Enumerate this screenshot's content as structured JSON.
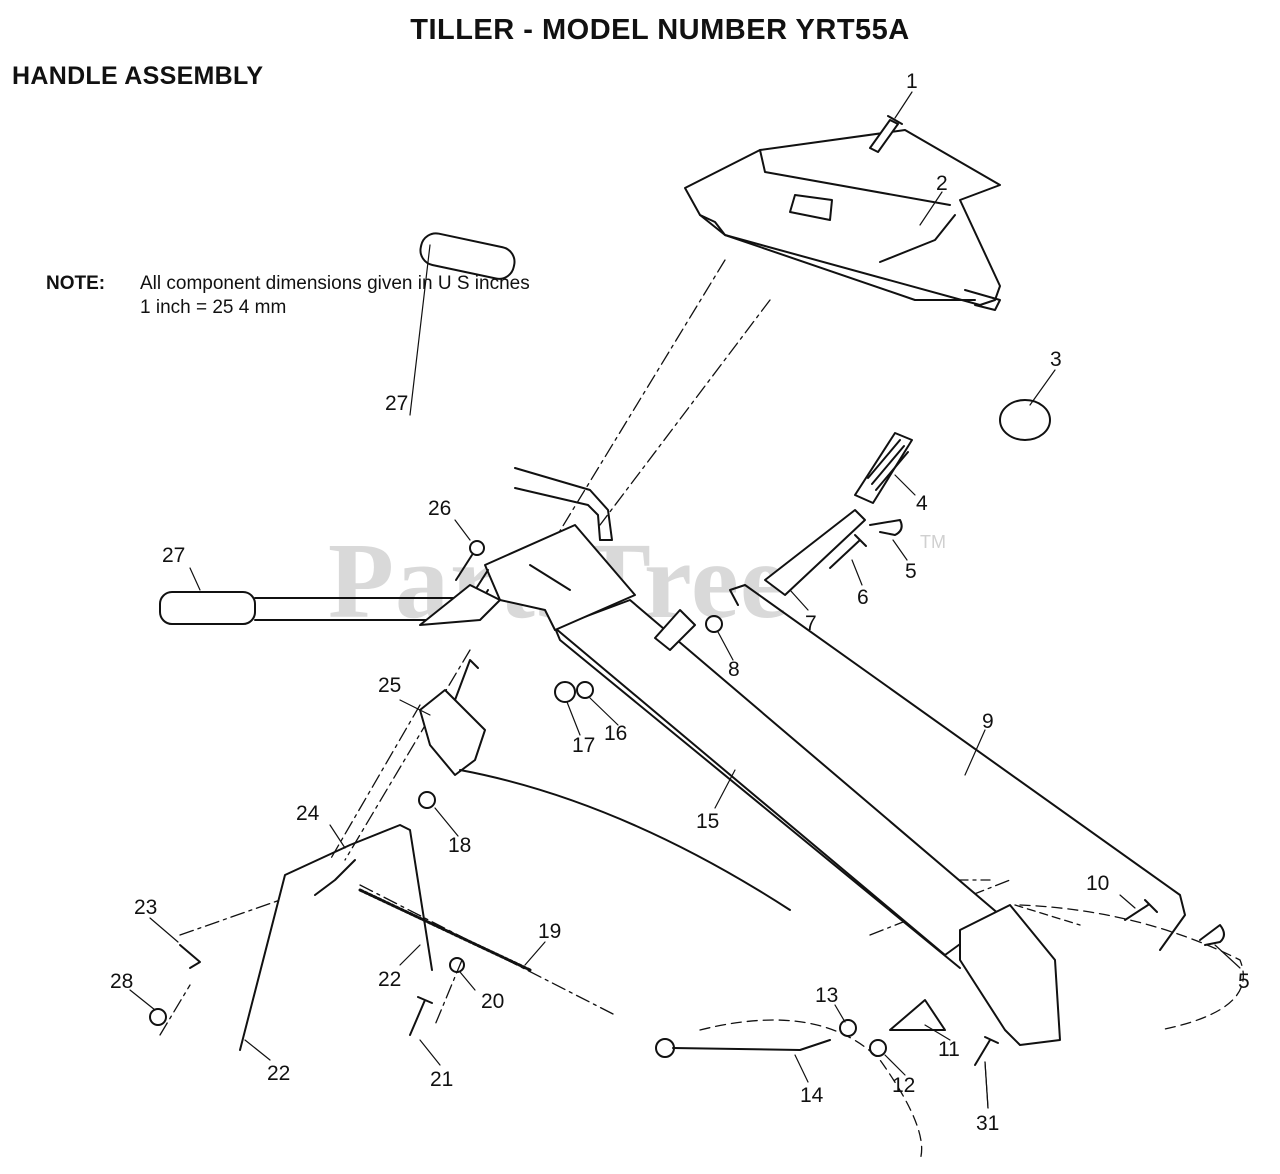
{
  "title": "TILLER - MODEL NUMBER YRT55A",
  "subtitle": "HANDLE ASSEMBLY",
  "note": {
    "label": "NOTE:",
    "line1": "All component dimensions given in U S  inches",
    "line2": "1 inch = 25 4 mm"
  },
  "watermark": {
    "text": "PartsTree",
    "trademark": "TM"
  },
  "callouts": {
    "c1": "1",
    "c2": "2",
    "c3": "3",
    "c4": "4",
    "c5a": "5",
    "c5b": "5",
    "c6": "6",
    "c7": "7",
    "c8": "8",
    "c9": "9",
    "c10": "10",
    "c11": "11",
    "c12": "12",
    "c13": "13",
    "c14": "14",
    "c15": "15",
    "c16": "16",
    "c17": "17",
    "c18": "18",
    "c19": "19",
    "c20": "20",
    "c21": "21",
    "c22a": "22",
    "c22b": "22",
    "c23": "23",
    "c24": "24",
    "c25": "25",
    "c26": "26",
    "c27a": "27",
    "c27b": "27",
    "c28": "28",
    "c31": "31"
  }
}
